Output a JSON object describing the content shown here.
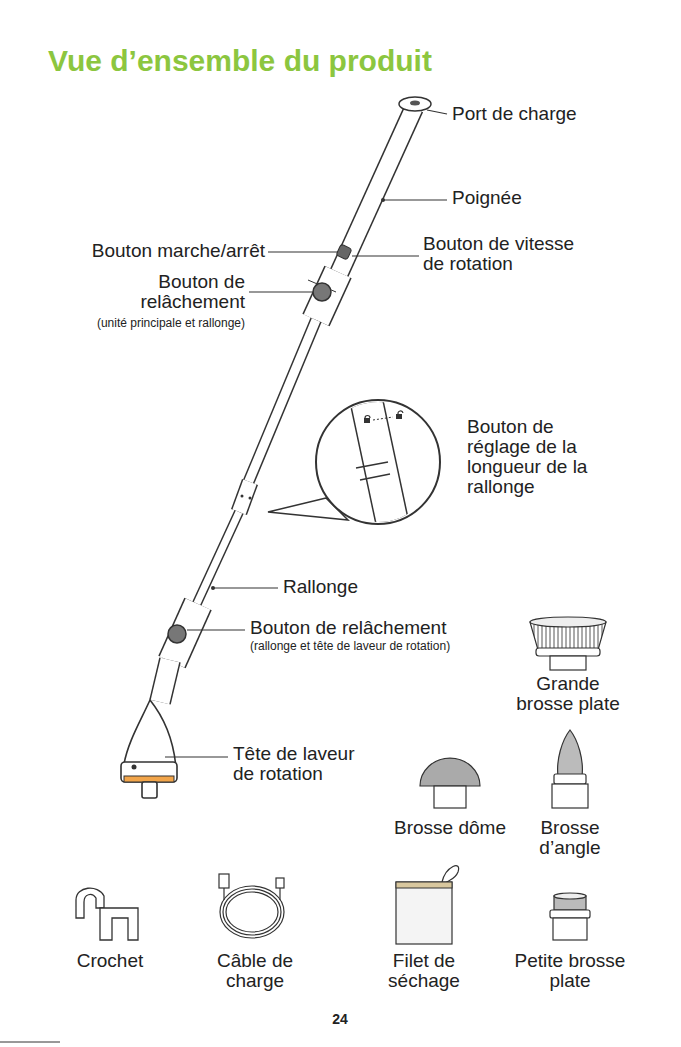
{
  "diagram": {
    "title": "Vue d’ensemble du produit",
    "labels": [
      "Port de charge",
      "Poignée",
      "Bouton marche/arrêt",
      "Bouton de vitesse de rotation",
      "Bouton de relâchement",
      "(unité principale et rallonge)",
      "Bouton de réglage de la longueur de la rallonge",
      "Rallonge",
      "Bouton de relâchement",
      "(rallonge et tête de laveur de rotation)",
      "Grande brosse plate",
      "Tête de laveur de rotation",
      "Brosse dôme",
      "Brosse d’angle",
      "Crochet",
      "Câble de charge",
      "Filet de séchage",
      "Petite brosse plate",
      "24"
    ]
  }
}
